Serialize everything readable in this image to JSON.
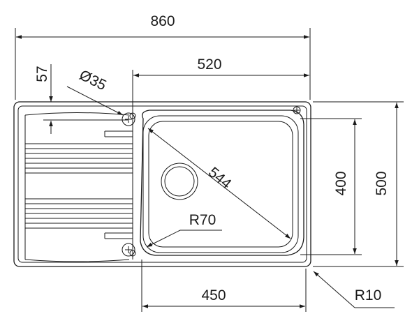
{
  "drawing": {
    "dimensions": {
      "overall_width": "860",
      "bowl_offset": "520",
      "front_offset": "57",
      "tap_hole": "Ø35",
      "bowl_diagonal": "544",
      "corner_radius": "R70",
      "outer_radius": "R10",
      "bowl_depth": "400",
      "overall_depth": "500",
      "bowl_width": "450"
    },
    "colors": {
      "line": "#1a1a1a",
      "background": "#ffffff"
    }
  }
}
